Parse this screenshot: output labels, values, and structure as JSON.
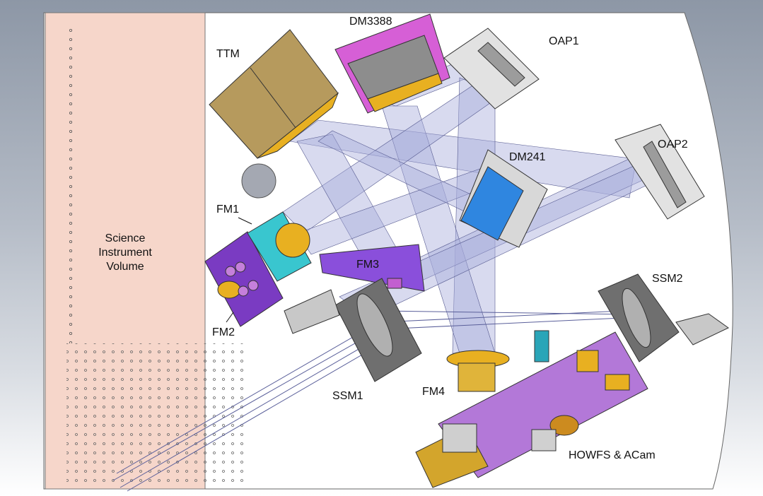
{
  "science_volume": {
    "lines": [
      "Science",
      "Instrument",
      "Volume"
    ]
  },
  "components": {
    "dm3388": "DM3388",
    "oap1": "OAP1",
    "ttm": "TTM",
    "oap2": "OAP2",
    "dm241": "DM241",
    "fm1": "FM1",
    "fm3": "FM3",
    "fm2": "FM2",
    "ssm2": "SSM2",
    "ssm1": "SSM1",
    "fm4": "FM4",
    "howfs": "HOWFS & ACam"
  },
  "colors": {
    "science_volume": "#f6d6ca",
    "beam": "#9aa0cf",
    "ttm": "#b69a5d",
    "dm3388": "#d65fd6",
    "dm241": "#2f86e0",
    "fm_purple": "#7a3bc2",
    "fm_cyan": "#39c6cf",
    "gold": "#e8b021",
    "howfs_plate": "#b378d8"
  }
}
